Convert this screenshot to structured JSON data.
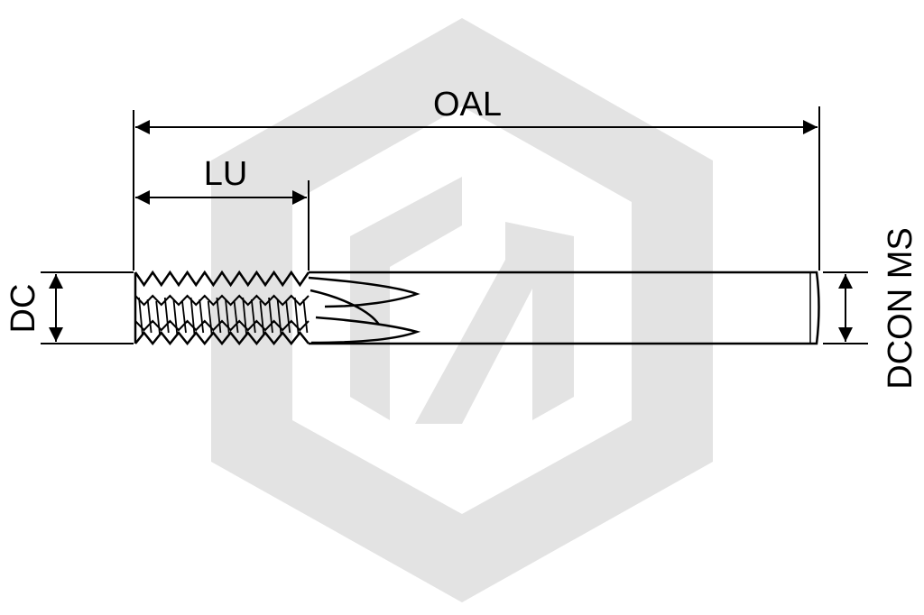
{
  "labels": {
    "oal": "OAL",
    "lu": "LU",
    "dc": "DC",
    "dcon": "DCON MS"
  },
  "colors": {
    "line": "#000000",
    "watermark": "#e3e3e3",
    "background": "#ffffff"
  },
  "watermark": {
    "icon": "hexagon-logo-icon"
  }
}
